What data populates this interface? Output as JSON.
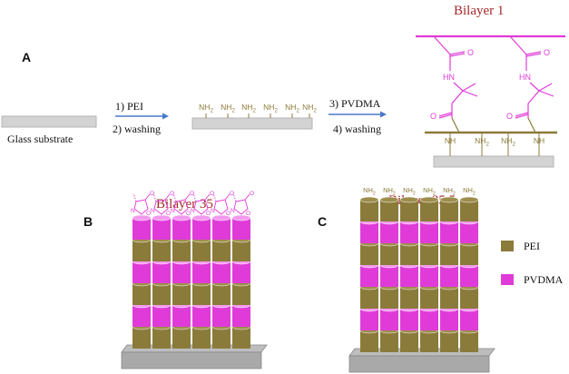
{
  "colors": {
    "pei": "#8B7B3A",
    "pei_dark": "#6e6030",
    "pvdma": "#E03BD8",
    "pvdma_light": "#F29AEE",
    "substrate": "#D3D3D3",
    "substrate_stroke": "#A0A0A0",
    "arrow": "#4A78C8",
    "heading": "#A52A2A",
    "text": "#111111"
  },
  "panel_a": {
    "label": "A",
    "substrate_label": "Glass substrate",
    "step1": "1) PEI",
    "step2": "2) washing",
    "step3": "3) PVDMA",
    "step4": "4) washing",
    "amine": "NH",
    "amine_sub": "2",
    "bilayer_title": "Bilayer 1",
    "chem": {
      "o": "O",
      "hn": "HN",
      "nh": "NH"
    }
  },
  "panel_b": {
    "label": "B",
    "title": "Bilayer 35"
  },
  "panel_c": {
    "label": "C",
    "title": "Bilayer 35.5"
  },
  "legend": {
    "items": [
      {
        "label": "PEI",
        "color": "#8B7B3A"
      },
      {
        "label": "PVDMA",
        "color": "#E03BD8"
      }
    ]
  }
}
